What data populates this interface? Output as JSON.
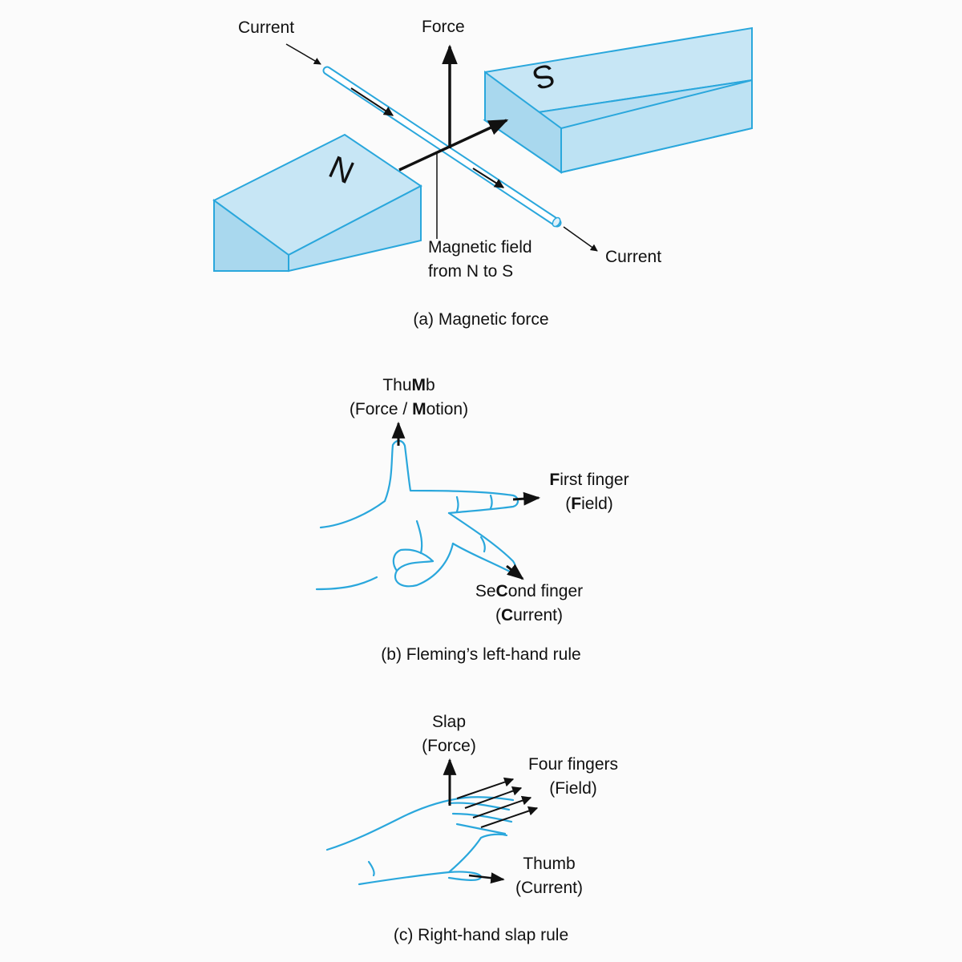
{
  "panel_a": {
    "labels": {
      "current_in": "Current",
      "force": "Force",
      "field_line1": "Magnetic field",
      "field_line2": "from N to S",
      "current_out": "Current"
    },
    "magnets": {
      "north": "N",
      "south": "S"
    },
    "caption": "(a) Magnetic force"
  },
  "panel_b": {
    "thumb": {
      "line1": [
        "Thu",
        "M",
        "b"
      ],
      "line2": [
        "(Force / ",
        "M",
        "otion)"
      ]
    },
    "first_finger": {
      "line1": [
        "F",
        "irst finger"
      ],
      "line2": [
        "(",
        "F",
        "ield)"
      ]
    },
    "second_finger": {
      "line1": [
        "Se",
        "C",
        "ond finger"
      ],
      "line2": [
        "(",
        "C",
        "urrent)"
      ]
    },
    "caption": "(b) Fleming’s left-hand rule"
  },
  "panel_c": {
    "slap_line1": "Slap",
    "slap_line2": "(Force)",
    "fingers_line1": "Four fingers",
    "fingers_line2": "(Field)",
    "thumb_line1": "Thumb",
    "thumb_line2": "(Current)",
    "caption": "(c) Right-hand slap rule"
  },
  "colors": {
    "magnet_face": "#c7e6f5",
    "magnet_side": "#a9d8ee",
    "outline": "#2aa7dc",
    "arrow": "#111111"
  }
}
